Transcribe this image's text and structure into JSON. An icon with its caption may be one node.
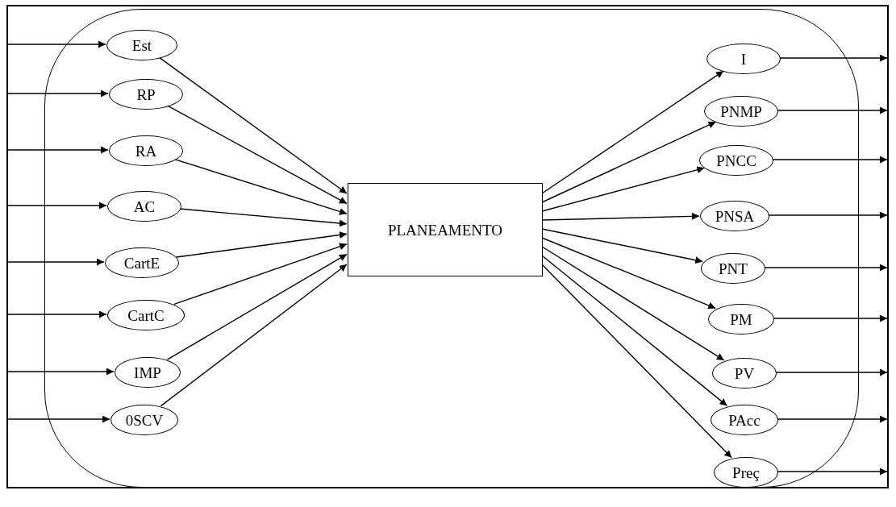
{
  "diagram": {
    "nodes": [
      {
        "text": [],
        "shape": "box"
      },
      {
        "text": [
          "Est"
        ],
        "in": 0
      },
      {
        "text": [
          "RP"
        ],
        "in": 0
      },
      {
        "text": [
          "RA"
        ],
        "in": 0
      },
      {
        "text": [
          "AC"
        ],
        "in": 0
      },
      {
        "text": [
          "CartE"
        ],
        "in": 0
      },
      {
        "text": [
          "CartC"
        ],
        "in": 0
      },
      {
        "text": [
          "IMP"
        ],
        "in": 0
      },
      {
        "text": [
          "0SCV"
        ],
        "in": 0
      },
      {
        "text": [
          "PLANEAMENTO"
        ],
        "in": 0
      },
      {
        "text": [
          "I"
        ],
        "in": 0
      },
      {
        "text": [
          "PNMP"
        ],
        "in": 0
      },
      {
        "text": [
          "PNCC"
        ],
        "in": 0
      },
      {
        "text": [
          "PNSA"
        ],
        "in": 0
      },
      {
        "text": [
          "PNT"
        ],
        "in": 0
      },
      {
        "text": [
          "PM"
        ],
        "in": 0
      },
      {
        "text": [
          "PV"
        ],
        "in": 0
      },
      {
        "text": [
          "PAcc"
        ],
        "in": 0
      },
      {
        "text": [
          "Preç"
        ],
        "in": 0
      }
    ],
    "edges": [
      {
        "from": null,
        "to": 1,
        "arrow": "to"
      },
      {
        "from": null,
        "to": 2,
        "arrow": "to"
      },
      {
        "from": null,
        "to": 3,
        "arrow": "to"
      },
      {
        "from": null,
        "to": 4,
        "arrow": "to"
      },
      {
        "from": null,
        "to": 5,
        "arrow": "to"
      },
      {
        "from": null,
        "to": 6,
        "arrow": "to"
      },
      {
        "from": null,
        "to": 7,
        "arrow": "to"
      },
      {
        "from": null,
        "to": 8,
        "arrow": "to"
      },
      {
        "from": 1,
        "to": 9,
        "arrow": "to"
      },
      {
        "from": 2,
        "to": 9,
        "arrow": "to"
      },
      {
        "from": 3,
        "to": 9,
        "arrow": "to"
      },
      {
        "from": 4,
        "to": 9,
        "arrow": "to"
      },
      {
        "from": 5,
        "to": 9,
        "arrow": "to"
      },
      {
        "from": 6,
        "to": 9,
        "arrow": "to"
      },
      {
        "from": 7,
        "to": 9,
        "arrow": "to"
      },
      {
        "from": 8,
        "to": 9,
        "arrow": "to"
      },
      {
        "from": 9,
        "to": 10,
        "arrow": "to"
      },
      {
        "from": 9,
        "to": 11,
        "arrow": "to"
      },
      {
        "from": 9,
        "to": 12,
        "arrow": "to"
      },
      {
        "from": 9,
        "to": 13,
        "arrow": "to"
      },
      {
        "from": 9,
        "to": 14,
        "arrow": "to"
      },
      {
        "from": 9,
        "to": 15,
        "arrow": "to"
      },
      {
        "from": 9,
        "to": 16,
        "arrow": "to"
      },
      {
        "from": 9,
        "to": 17,
        "arrow": "to"
      },
      {
        "from": 9,
        "to": 18,
        "arrow": "to"
      },
      {
        "from": 10,
        "to": null,
        "arrow": "to"
      },
      {
        "from": 11,
        "to": null,
        "arrow": "to"
      },
      {
        "from": 12,
        "to": null,
        "arrow": "to"
      },
      {
        "from": 13,
        "to": null,
        "arrow": "to"
      },
      {
        "from": 14,
        "to": null,
        "arrow": "to"
      },
      {
        "from": 15,
        "to": null,
        "arrow": "to"
      },
      {
        "from": 16,
        "to": null,
        "arrow": "to"
      },
      {
        "from": 17,
        "to": null,
        "arrow": "to"
      },
      {
        "from": 18,
        "to": null,
        "arrow": "to"
      }
    ]
  }
}
